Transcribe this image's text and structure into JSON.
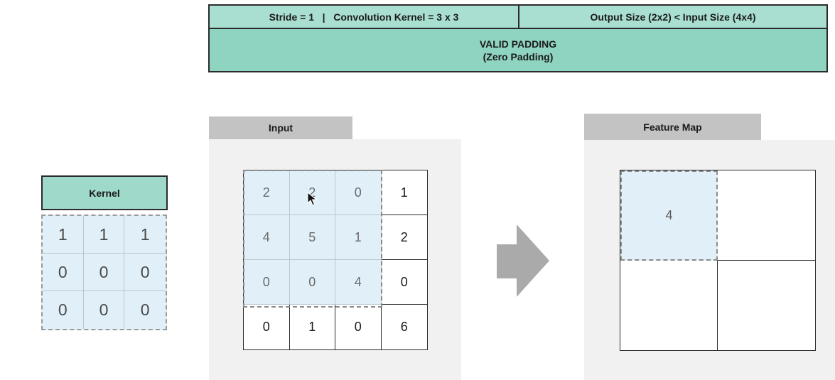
{
  "header": {
    "stride_text": "Stride = 1   |   Convolution Kernel = 3 x 3",
    "output_text": "Output Size (2x2) < Input Size (4x4)",
    "title": "VALID PADDING",
    "subtitle": "(Zero Padding)"
  },
  "kernel": {
    "title": "Kernel",
    "cells": [
      "1",
      "1",
      "1",
      "0",
      "0",
      "0",
      "0",
      "0",
      "0"
    ]
  },
  "input": {
    "title": "Input",
    "cells": [
      "2",
      "2",
      "0",
      "1",
      "4",
      "5",
      "1",
      "2",
      "0",
      "0",
      "4",
      "0",
      "0",
      "1",
      "0",
      "6"
    ]
  },
  "feature_map": {
    "title": "Feature Map",
    "cells": [
      "4",
      "",
      "",
      ""
    ]
  },
  "icons": {
    "arrow": "right-arrow-icon",
    "cursor": "mouse-cursor-icon"
  },
  "colors": {
    "header_teal": "#8fd3c1",
    "highlight_blue": "#e1f0f8",
    "tab_gray": "#c3c3c3",
    "arrow_gray": "#aaaaaa"
  }
}
